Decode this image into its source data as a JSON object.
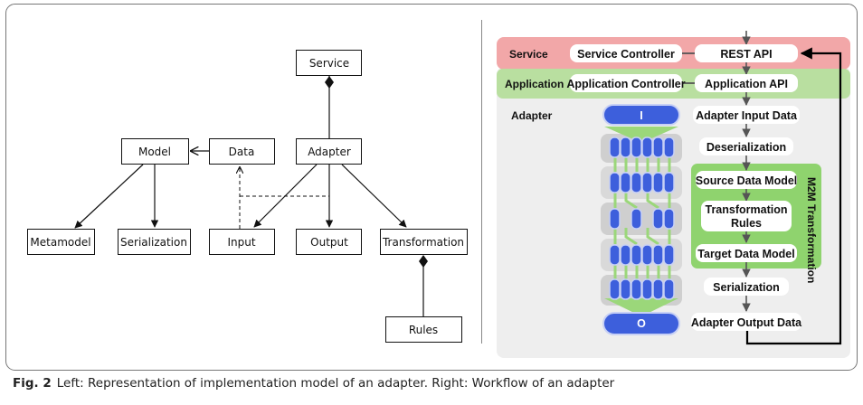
{
  "left_diagram": {
    "boxes": {
      "service": "Service",
      "model": "Model",
      "data": "Data",
      "adapter": "Adapter",
      "metamodel": "Metamodel",
      "serialization": "Serialization",
      "input": "Input",
      "output": "Output",
      "transformation": "Transformation",
      "rules": "Rules"
    }
  },
  "right_diagram": {
    "layers": {
      "service": "Service",
      "application": "Application",
      "adapter": "Adapter"
    },
    "boxes": {
      "service_controller": "Service Controller",
      "rest_api": "REST API",
      "application_controller": "Application Controller",
      "application_api": "Application API",
      "adapter_input_data": "Adapter Input Data",
      "deserialization": "Deserialization",
      "source_data_model": "Source Data Model",
      "transformation_rules_1": "Transformation",
      "transformation_rules_2": "Rules",
      "target_data_model": "Target Data Model",
      "serialization": "Serialization",
      "adapter_output_data": "Adapter Output Data"
    },
    "m2m_label": "M2M Transformation",
    "input_pill": "I",
    "output_pill": "O"
  },
  "caption": {
    "label": "Fig. 2",
    "text": "Left: Representation of implementation model of an adapter. Right: Workflow of an adapter"
  },
  "colors": {
    "service_band": "#f2a7a8",
    "application_band": "#b9dfa0",
    "adapter_panel": "#eeeeee",
    "m2m_panel": "#8fd36e",
    "pill_blue": "#3d5fdc",
    "pill_light": "#c7d0f5",
    "green_arrow": "#99d67a"
  }
}
